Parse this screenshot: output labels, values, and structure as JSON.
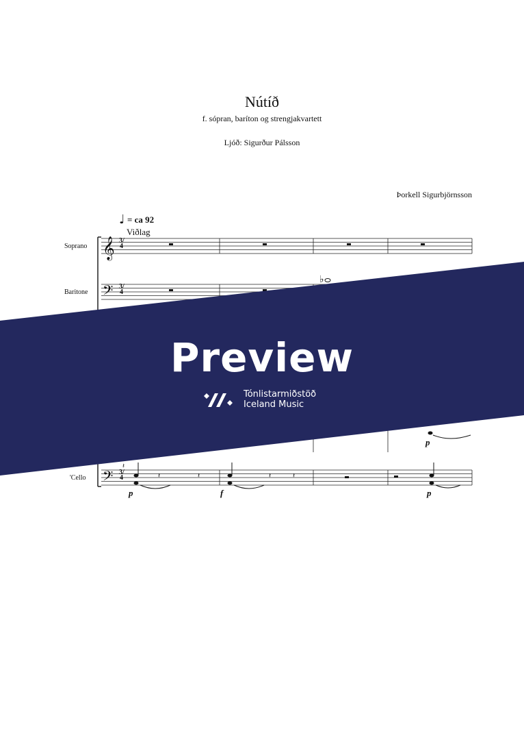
{
  "title": "Nútíð",
  "subtitle": "f. sópran, baríton og strengjakvartett",
  "lyricist": "Ljóð: Sigurður Pálsson",
  "composer": "Þorkell Sigurbjörnsson",
  "tempo": "= ca 92",
  "section": "Viðlag",
  "time_signature": "3/4",
  "instruments": [
    "Soprano",
    "Baritone",
    "'Cello"
  ],
  "dynamics": [
    "p",
    "f",
    "p",
    "p"
  ],
  "watermark": {
    "label": "Preview",
    "brand_line1": "Tónlistarmiðstöð",
    "brand_line2": "Iceland Music",
    "color": "#23285e"
  }
}
